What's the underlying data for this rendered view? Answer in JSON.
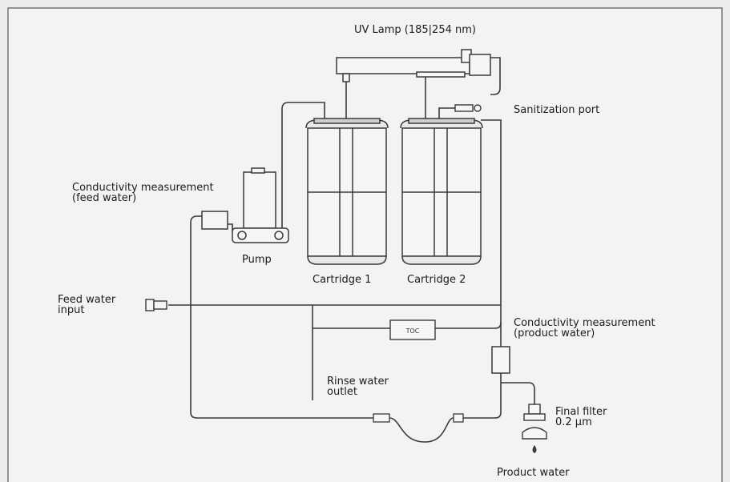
{
  "diagram": {
    "labels": {
      "uv_lamp": "UV Lamp (185|254 nm)",
      "sanitization_port": "Sanitization port",
      "conductivity_feed_line1": "Conductivity measurement",
      "conductivity_feed_line2": "(feed water)",
      "pump": "Pump",
      "cartridge_1": "Cartridge 1",
      "cartridge_2": "Cartridge 2",
      "feed_input_line1": "Feed water",
      "feed_input_line2": "input",
      "toc": "TOC",
      "conductivity_product_line1": "Conductivity measurement",
      "conductivity_product_line2": "(product water)",
      "rinse_line1": "Rinse water",
      "rinse_line2": "outlet",
      "final_filter_line1": "Final filter",
      "final_filter_line2": "0.2 µm",
      "product_water": "Product water"
    }
  }
}
